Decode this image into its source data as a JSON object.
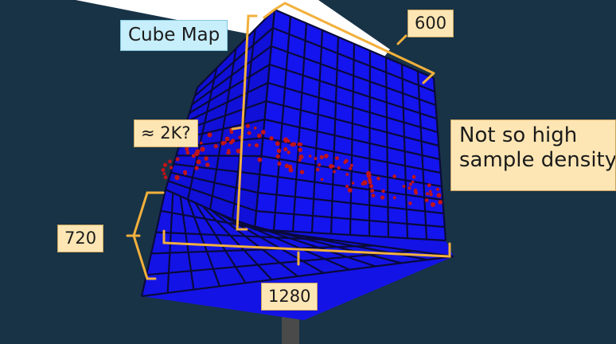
{
  "labels": {
    "cube_map": "Cube Map",
    "face_width": "600",
    "approx_2k": "≈ 2K?",
    "height_720": "720",
    "width_1280": "1280",
    "note_line1": "Not so high",
    "note_line2": "sample density"
  },
  "colors": {
    "background": "#183346",
    "cube_face": "#1414ee",
    "grid_lines": "#0a0a3a",
    "samples": "#c0141a",
    "brackets": "#f2b03c",
    "callout_fill": "#fde6b4",
    "title_fill": "#c6eefb",
    "projection_beam": "#ffffff",
    "pole": "#4b4b4b"
  },
  "icons": [
    "brace-bracket",
    "sample-point"
  ]
}
